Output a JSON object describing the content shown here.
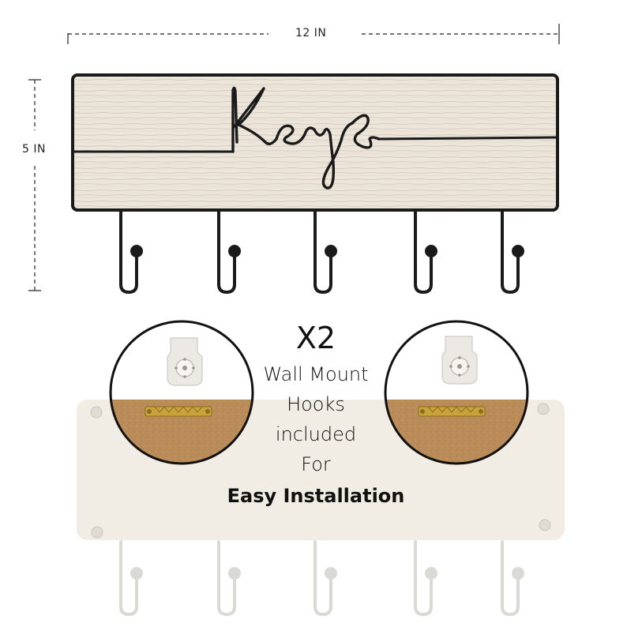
{
  "dimensions": {
    "width_label": "12 IN",
    "height_label": "5 IN"
  },
  "sign": {
    "script_text": "Keys"
  },
  "product": {
    "hook_count": 5
  },
  "mounting": {
    "quantity": "X2",
    "line1": "Wall Mount",
    "line2": "Hooks",
    "line3": "included",
    "line4": "For",
    "headline": "Easy Installation"
  },
  "colors": {
    "metal": "#1a1a1a",
    "wood": "#e8e0d4",
    "wood_grain": "#cfc3b1",
    "cork": "#b98c5a",
    "back_panel": "#f1ece4",
    "bracket": "#c9a23a"
  }
}
